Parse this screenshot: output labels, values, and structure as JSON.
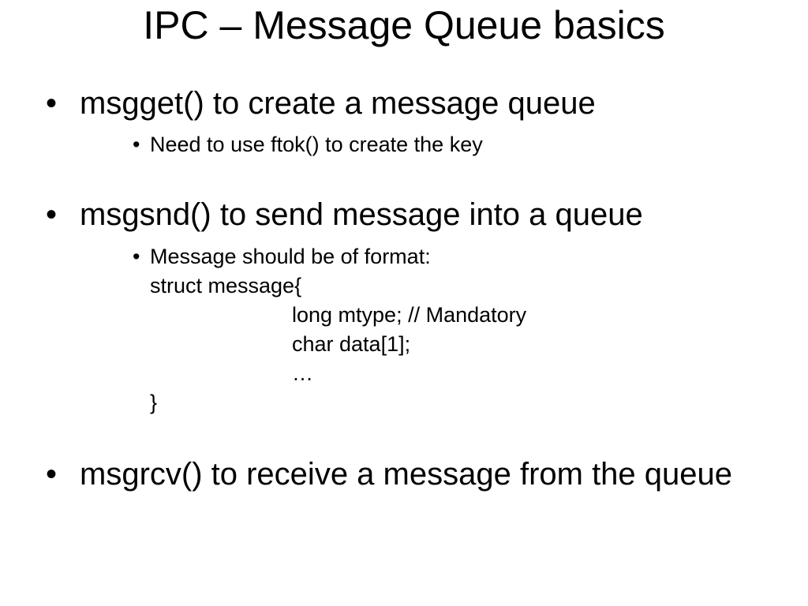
{
  "slide": {
    "title": "IPC – Message Queue basics",
    "bullet_glyph": "•",
    "bullets": [
      {
        "text": "msgget() to create a message queue",
        "sub": "Need to use ftok() to create the key"
      },
      {
        "text": "msgsnd() to send message into a queue",
        "sub_lines": [
          "Message should be of format:",
          "struct message{",
          "long mtype; // Mandatory",
          "char data[1];",
          "…",
          "}"
        ]
      },
      {
        "text": "msgrcv() to receive a message from the queue"
      }
    ]
  }
}
